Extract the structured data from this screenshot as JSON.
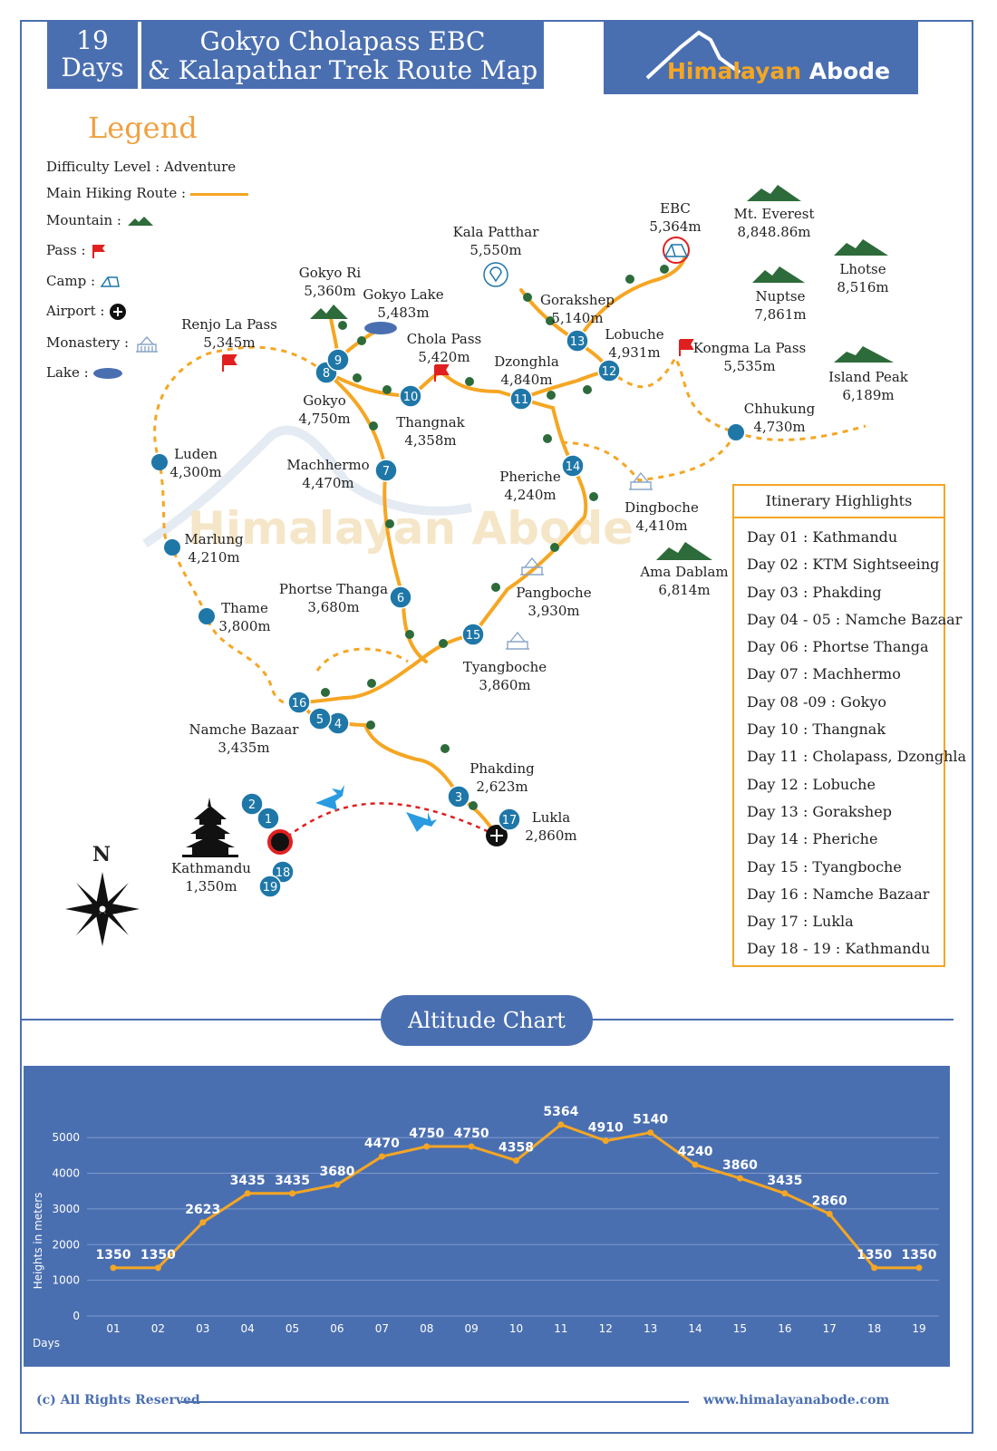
{
  "header": {
    "days_line1": "19",
    "days_line2": "Days",
    "title_line1": "Gokyo Cholapass EBC",
    "title_line2": "& Kalapathar Trek Route Map",
    "brand_word1": "Himalayan",
    "brand_word2": "Abode"
  },
  "legend": {
    "title": "Legend",
    "difficulty_label": "Difficulty Level :",
    "difficulty_value": "Adventure",
    "route_label": "Main Hiking Route :",
    "mountain_label": "Mountain :",
    "pass_label": "Pass :",
    "camp_label": "Camp :",
    "airport_label": "Airport :",
    "monastery_label": "Monastery :",
    "lake_label": "Lake :"
  },
  "watermark": "Himalayan Abode",
  "places": {
    "ebc": {
      "name": "EBC",
      "alt": "5,364m"
    },
    "everest": {
      "name": "Mt. Everest",
      "alt": "8,848.86m"
    },
    "lhotse": {
      "name": "Lhotse",
      "alt": "8,516m"
    },
    "nuptse": {
      "name": "Nuptse",
      "alt": "7,861m"
    },
    "island_peak": {
      "name": "Island Peak",
      "alt": "6,189m"
    },
    "kongma": {
      "name": "Kongma La Pass",
      "alt": "5,535m"
    },
    "kala_patthar": {
      "name": "Kala Patthar",
      "alt": "5,550m"
    },
    "gorakshep": {
      "name": "Gorakshep",
      "alt": "5,140m"
    },
    "lobuche": {
      "name": "Lobuche",
      "alt": "4,931m"
    },
    "chhukung": {
      "name": "Chhukung",
      "alt": "4,730m"
    },
    "gokyo_ri": {
      "name": "Gokyo Ri",
      "alt": "5,360m"
    },
    "gokyo_lake": {
      "name": "Gokyo Lake",
      "alt": "5,483m"
    },
    "chola_pass": {
      "name": "Chola Pass",
      "alt": "5,420m"
    },
    "dzonghla": {
      "name": "Dzonghla",
      "alt": "4,840m"
    },
    "renjo": {
      "name": "Renjo La Pass",
      "alt": "5,345m"
    },
    "gokyo": {
      "name": "Gokyo",
      "alt": "4,750m"
    },
    "thangnak": {
      "name": "Thangnak",
      "alt": "4,358m"
    },
    "luden": {
      "name": "Luden",
      "alt": "4,300m"
    },
    "machhermo": {
      "name": "Machhermo",
      "alt": "4,470m"
    },
    "pheriche": {
      "name": "Pheriche",
      "alt": "4,240m"
    },
    "dingboche": {
      "name": "Dingboche",
      "alt": "4,410m"
    },
    "marlung": {
      "name": "Marlung",
      "alt": "4,210m"
    },
    "ama_dablam": {
      "name": "Ama Dablam",
      "alt": "6,814m"
    },
    "pangboche": {
      "name": "Pangboche",
      "alt": "3,930m"
    },
    "thame": {
      "name": "Thame",
      "alt": "3,800m"
    },
    "phortse": {
      "name": "Phortse Thanga",
      "alt": "3,680m"
    },
    "tyangboche": {
      "name": "Tyangboche",
      "alt": "3,860m"
    },
    "namche": {
      "name": "Namche Bazaar",
      "alt": "3,435m"
    },
    "phakding": {
      "name": "Phakding",
      "alt": "2,623m"
    },
    "lukla": {
      "name": "Lukla",
      "alt": "2,860m"
    },
    "kathmandu": {
      "name": "Kathmandu",
      "alt": "1,350m"
    }
  },
  "day_markers": [
    "1",
    "2",
    "3",
    "4",
    "5",
    "6",
    "7",
    "8",
    "9",
    "10",
    "11",
    "12",
    "13",
    "14",
    "15",
    "16",
    "17",
    "18",
    "19"
  ],
  "compass_letter": "N",
  "itinerary": {
    "title": "Itinerary Highlights",
    "items": [
      "Day 01 : Kathmandu",
      "Day 02 : KTM Sightseeing",
      "Day 03 : Phakding",
      "Day 04 - 05 : Namche Bazaar",
      "Day 06 : Phortse Thanga",
      "Day 07 : Machhermo",
      "Day 08 -09 : Gokyo",
      "Day 10 : Thangnak",
      "Day 11 : Cholapass, Dzonghla",
      "Day 12 : Lobuche",
      "Day 13 : Gorakshep",
      "Day 14 : Pheriche",
      "Day 15 : Tyangboche",
      "Day 16 : Namche Bazaar",
      "Day 17 : Lukla",
      "Day 18 - 19 : Kathmandu"
    ]
  },
  "altitude_title": "Altitude Chart",
  "chart_data": {
    "type": "line",
    "ylabel": "Heights in meters",
    "xlabel": "Days",
    "ylim": [
      0,
      5000
    ],
    "yticks": [
      0,
      1000,
      2000,
      3000,
      4000,
      5000
    ],
    "categories": [
      "01",
      "02",
      "03",
      "04",
      "05",
      "06",
      "07",
      "08",
      "09",
      "10",
      "11",
      "12",
      "13",
      "14",
      "15",
      "16",
      "17",
      "18",
      "19"
    ],
    "values": [
      1350,
      1350,
      2623,
      3435,
      3435,
      3680,
      4470,
      4750,
      4750,
      4358,
      5364,
      4910,
      5140,
      4240,
      3860,
      3435,
      2860,
      1350,
      1350
    ],
    "grid": true,
    "colors": {
      "background": "#4a6fb1",
      "line": "#f5a623",
      "grid": "#7e9acb"
    }
  },
  "footer": {
    "copyright": "(c) All Rights Reserved",
    "website": "www.himalayanabode.com"
  },
  "colors": {
    "accent": "#4a6fb1",
    "route": "#f5a623",
    "node": "#1f77a8",
    "flight": "#e02020"
  }
}
